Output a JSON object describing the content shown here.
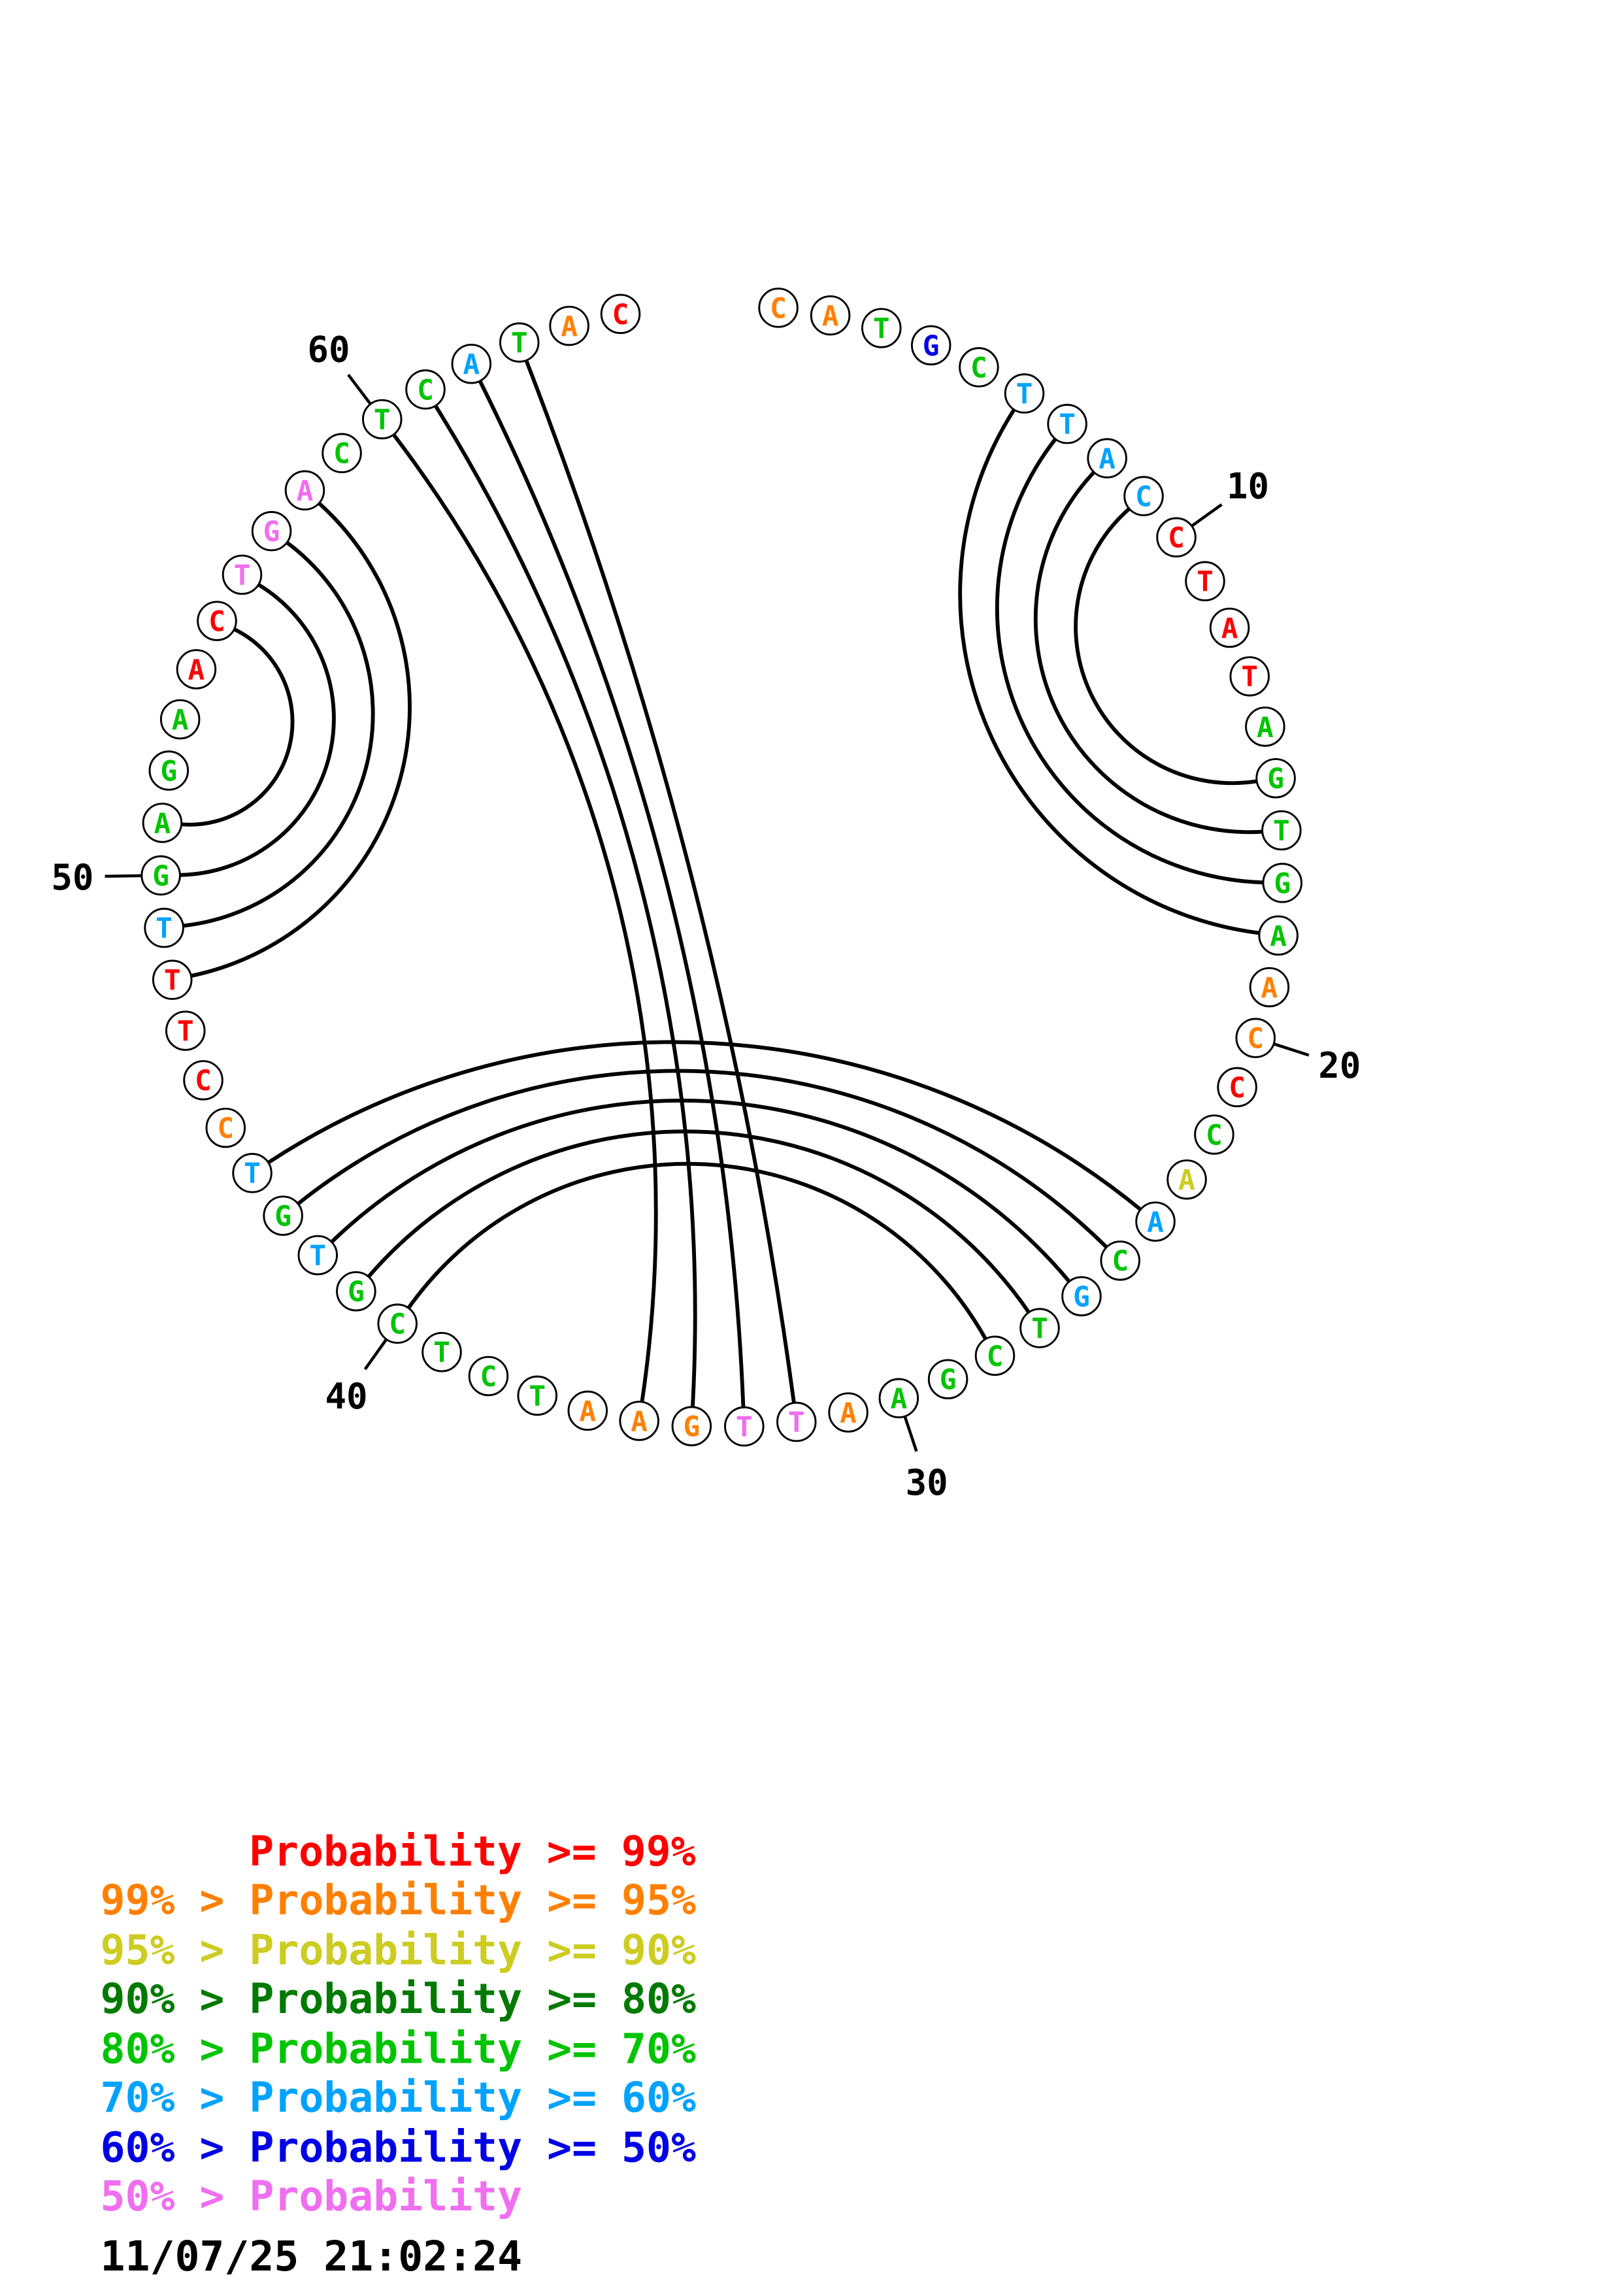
{
  "figure": {
    "description": "circular-base-pair-probability-plot",
    "sequence": [
      {
        "b": "C",
        "c": "p95"
      },
      {
        "b": "A",
        "c": "p95"
      },
      {
        "b": "T",
        "c": "p70"
      },
      {
        "b": "G",
        "c": "p50"
      },
      {
        "b": "C",
        "c": "p70"
      },
      {
        "b": "T",
        "c": "p60"
      },
      {
        "b": "T",
        "c": "p60"
      },
      {
        "b": "A",
        "c": "p60"
      },
      {
        "b": "C",
        "c": "p60"
      },
      {
        "b": "C",
        "c": "p99"
      },
      {
        "b": "T",
        "c": "p99"
      },
      {
        "b": "A",
        "c": "p99"
      },
      {
        "b": "T",
        "c": "p99"
      },
      {
        "b": "A",
        "c": "p70"
      },
      {
        "b": "G",
        "c": "p70"
      },
      {
        "b": "T",
        "c": "p70"
      },
      {
        "b": "G",
        "c": "p70"
      },
      {
        "b": "A",
        "c": "p70"
      },
      {
        "b": "A",
        "c": "p95"
      },
      {
        "b": "C",
        "c": "p95"
      },
      {
        "b": "C",
        "c": "p99"
      },
      {
        "b": "C",
        "c": "p70"
      },
      {
        "b": "A",
        "c": "p90"
      },
      {
        "b": "A",
        "c": "p60"
      },
      {
        "b": "C",
        "c": "p70"
      },
      {
        "b": "G",
        "c": "p60"
      },
      {
        "b": "T",
        "c": "p70"
      },
      {
        "b": "C",
        "c": "p70"
      },
      {
        "b": "G",
        "c": "p70"
      },
      {
        "b": "A",
        "c": "p70"
      },
      {
        "b": "A",
        "c": "p95"
      },
      {
        "b": "T",
        "c": "lt50"
      },
      {
        "b": "T",
        "c": "lt50"
      },
      {
        "b": "G",
        "c": "p95"
      },
      {
        "b": "A",
        "c": "p95"
      },
      {
        "b": "A",
        "c": "p95"
      },
      {
        "b": "T",
        "c": "p70"
      },
      {
        "b": "C",
        "c": "p70"
      },
      {
        "b": "T",
        "c": "p70"
      },
      {
        "b": "C",
        "c": "p70"
      },
      {
        "b": "G",
        "c": "p70"
      },
      {
        "b": "T",
        "c": "p60"
      },
      {
        "b": "G",
        "c": "p70"
      },
      {
        "b": "T",
        "c": "p60"
      },
      {
        "b": "C",
        "c": "p95"
      },
      {
        "b": "C",
        "c": "p99"
      },
      {
        "b": "T",
        "c": "p99"
      },
      {
        "b": "T",
        "c": "p99"
      },
      {
        "b": "T",
        "c": "p60"
      },
      {
        "b": "G",
        "c": "p70"
      },
      {
        "b": "A",
        "c": "p70"
      },
      {
        "b": "G",
        "c": "p70"
      },
      {
        "b": "A",
        "c": "p70"
      },
      {
        "b": "A",
        "c": "p99"
      },
      {
        "b": "C",
        "c": "p99"
      },
      {
        "b": "T",
        "c": "lt50"
      },
      {
        "b": "G",
        "c": "lt50"
      },
      {
        "b": "A",
        "c": "lt50"
      },
      {
        "b": "C",
        "c": "p70"
      },
      {
        "b": "T",
        "c": "p70"
      },
      {
        "b": "C",
        "c": "p70"
      },
      {
        "b": "A",
        "c": "p60"
      },
      {
        "b": "T",
        "c": "p70"
      },
      {
        "b": "A",
        "c": "p95"
      },
      {
        "b": "C",
        "c": "p99"
      }
    ],
    "pairs": [
      [
        6,
        18
      ],
      [
        7,
        17
      ],
      [
        8,
        16
      ],
      [
        9,
        15
      ],
      [
        24,
        44
      ],
      [
        25,
        43
      ],
      [
        26,
        42
      ],
      [
        27,
        41
      ],
      [
        28,
        40
      ],
      [
        32,
        63
      ],
      [
        33,
        62
      ],
      [
        34,
        61
      ],
      [
        35,
        60
      ],
      [
        48,
        58
      ],
      [
        49,
        57
      ],
      [
        50,
        56
      ],
      [
        51,
        55
      ]
    ],
    "position_labels": [
      {
        "text": "10",
        "index": 10
      },
      {
        "text": "20",
        "index": 20
      },
      {
        "text": "30",
        "index": 30
      },
      {
        "text": "40",
        "index": 40
      },
      {
        "text": "50",
        "index": 50
      },
      {
        "text": "60",
        "index": 60
      }
    ]
  },
  "colors": {
    "p99": "#ff0000",
    "p95": "#ff8000",
    "p90": "#cccc22",
    "p80": "#007a00",
    "p70": "#00c400",
    "p60": "#00a2ff",
    "p50": "#0000e6",
    "lt50": "#f06ef0",
    "ink": "#000000"
  },
  "legend": {
    "lines": [
      {
        "text": "Probability >= 99%",
        "color": "#ff0000",
        "indented": true
      },
      {
        "text": "99% > Probability >= 95%",
        "color": "#ff8000",
        "indented": false
      },
      {
        "text": "95% > Probability >= 90%",
        "color": "#cccc22",
        "indented": false
      },
      {
        "text": "90% > Probability >= 80%",
        "color": "#007a00",
        "indented": false
      },
      {
        "text": "80% > Probability >= 70%",
        "color": "#00c400",
        "indented": false
      },
      {
        "text": "70% > Probability >= 60%",
        "color": "#00a2ff",
        "indented": false
      },
      {
        "text": "60% > Probability >= 50%",
        "color": "#0000e6",
        "indented": false
      },
      {
        "text": "50% > Probability",
        "color": "#f06ef0",
        "indented": false
      }
    ],
    "timestamp": "11/07/25 21:02:24"
  }
}
